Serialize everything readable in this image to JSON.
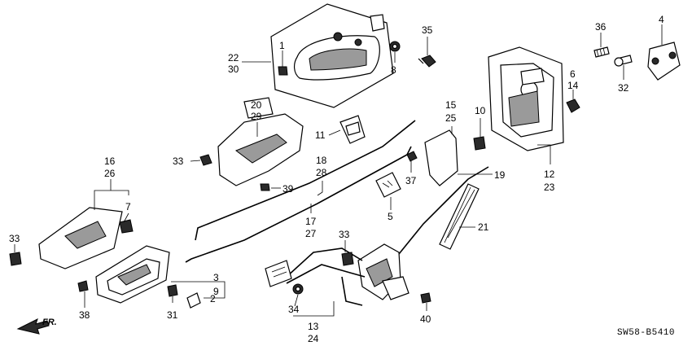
{
  "diagram_code": "SW58-B5410",
  "direction_label": "FR.",
  "callouts": {
    "c1": "1",
    "c22": "22",
    "c30": "30",
    "c8": "8",
    "c35": "35",
    "c36": "36",
    "c4": "4",
    "c32": "32",
    "c6": "6",
    "c14": "14",
    "c12": "12",
    "c23": "23",
    "c20": "20",
    "c29": "29",
    "c11": "11",
    "c15": "15",
    "c25": "25",
    "c10": "10",
    "c33a": "33",
    "c18": "18",
    "c28": "28",
    "c39": "39",
    "c37": "37",
    "c19": "19",
    "c16": "16",
    "c26": "26",
    "c7": "7",
    "c5": "5",
    "c21": "21",
    "c17": "17",
    "c27": "27",
    "c33b": "33",
    "c33c": "33",
    "c3": "3",
    "c9": "9",
    "c2": "2",
    "c31": "31",
    "c38": "38",
    "c34": "34",
    "c13": "13",
    "c24": "24",
    "c40": "40"
  }
}
